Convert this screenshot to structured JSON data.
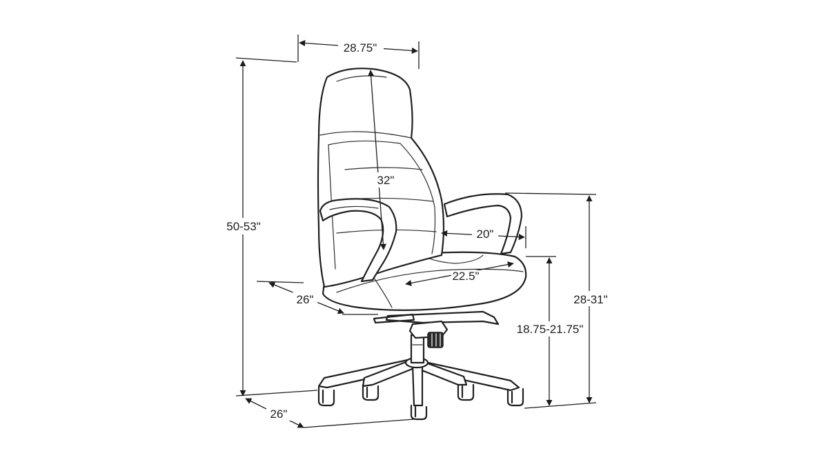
{
  "dimensions": {
    "top_width": "28.75\"",
    "overall_height": "50-53\"",
    "back_height": "32\"",
    "seat_width": "20\"",
    "seat_depth": "22.5\"",
    "base_depth": "26\"",
    "base_width": "26\"",
    "arm_height": "28-31\"",
    "seat_height": "18.75-21.75\""
  },
  "colors": {
    "line": "#1e1e1e",
    "background": "#ffffff"
  }
}
